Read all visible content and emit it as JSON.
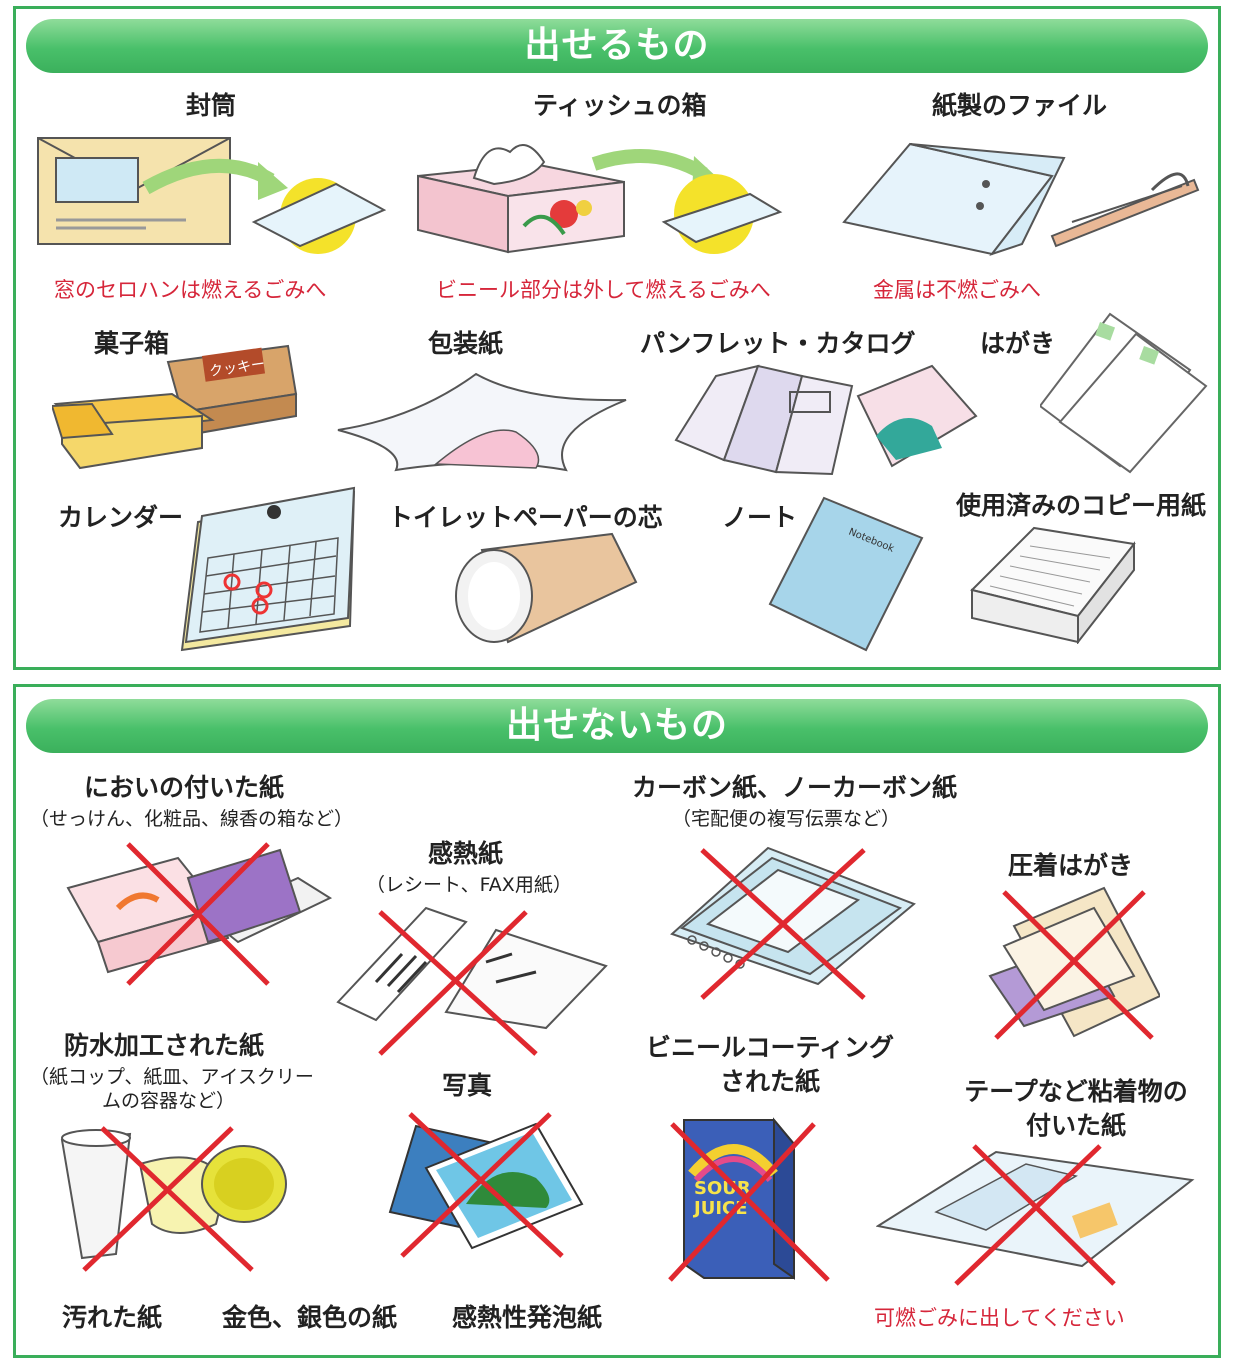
{
  "ok": {
    "title": "出せるもの",
    "items": {
      "envelope": {
        "label": "封筒",
        "note": "窓のセロハンは燃えるごみへ"
      },
      "tissue_box": {
        "label": "ティッシュの箱",
        "note": "ビニール部分は外して燃えるごみへ"
      },
      "paper_file": {
        "label": "紙製のファイル",
        "note": "金属は不燃ごみへ"
      },
      "snack_box": {
        "label": "菓子箱"
      },
      "wrapping": {
        "label": "包装紙"
      },
      "pamphlet": {
        "label": "パンフレット・カタログ"
      },
      "postcard": {
        "label": "はがき"
      },
      "calendar": {
        "label": "カレンダー"
      },
      "toilet_core": {
        "label": "トイレットペーパーの芯"
      },
      "notebook": {
        "label": "ノート",
        "cover_text": "Notebook"
      },
      "copy_paper": {
        "label": "使用済みのコピー用紙"
      }
    },
    "cookie_text": "クッキー"
  },
  "ng": {
    "title": "出せないもの",
    "items": {
      "scented": {
        "label": "においの付いた紙",
        "sub": "（せっけん、化粧品、線香の箱など）"
      },
      "thermal": {
        "label": "感熱紙",
        "sub": "（レシート、FAX用紙）"
      },
      "carbon": {
        "label": "カーボン紙、ノーカーボン紙",
        "sub": "（宅配便の複写伝票など）"
      },
      "pressure": {
        "label": "圧着はがき"
      },
      "waterproof": {
        "label": "防水加工された紙",
        "sub1": "（紙コップ、紙皿、アイスクリー",
        "sub2": "ムの容器など）"
      },
      "photo": {
        "label": "写真"
      },
      "vinyl": {
        "label1": "ビニールコーティング",
        "label2": "された紙"
      },
      "adhesive": {
        "label1": "テープなど粘着物の",
        "label2": "付いた紙"
      },
      "dirty": {
        "label": "汚れた紙"
      },
      "gold": {
        "label": "金色、銀色の紙"
      },
      "foam": {
        "label": "感熱性発泡紙"
      }
    },
    "juice_text1": "SOUR",
    "juice_text2": "JUICE",
    "footer_note": "可燃ごみに出してください"
  }
}
